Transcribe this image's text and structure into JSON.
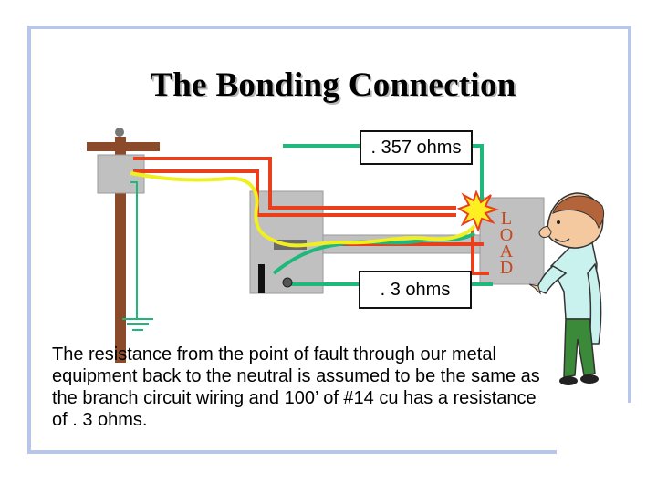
{
  "slide": {
    "title": "The Bonding Connection",
    "caption": "The resistance from the point of fault through our metal equipment back to the neutral is assumed to be the same as the branch circuit wiring and 100’ of #14 cu has a resistance of . 3 ohms."
  },
  "diagram": {
    "top_resistance": ". 357 ohms",
    "bottom_resistance": ". 3 ohms",
    "load_letters": [
      "L",
      "O",
      "A",
      "D"
    ]
  },
  "colors": {
    "frame": "#b9c6e8",
    "hot_wire": "#e8401c",
    "neutral_wire": "#f0f020",
    "ground_wire": "#1fb87a",
    "pole": "#8b4a2a",
    "enclosure": "#c0c0c0",
    "load_text": "#c8481e"
  }
}
